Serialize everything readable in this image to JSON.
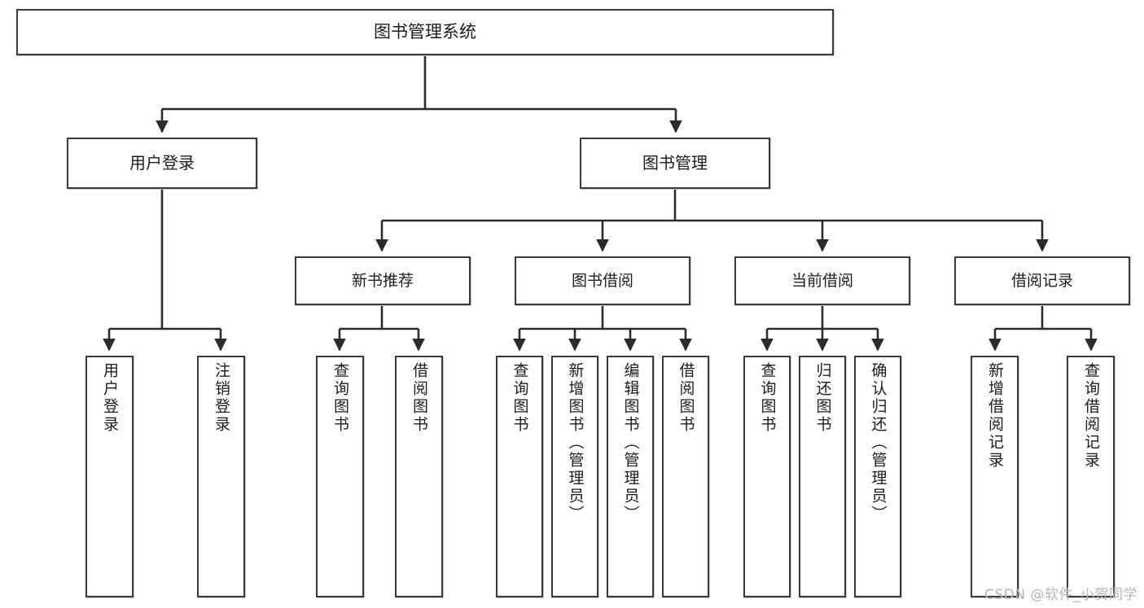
{
  "diagram": {
    "title": "图书管理系统",
    "watermark": "CSDN @软件_小贺同学",
    "colors": {
      "box_border": "#3a3a3a",
      "box_fill": "#ffffff",
      "edge": "#2b2b2b",
      "text": "#1c1c1c",
      "watermark": "#b6b6b6",
      "background": "#ffffff"
    },
    "root": {
      "label": "图书管理系统"
    },
    "level1": [
      {
        "id": "user-login",
        "label": "用户登录"
      },
      {
        "id": "book-management",
        "label": "图书管理"
      }
    ],
    "level2": [
      {
        "id": "new-book-recommend",
        "label": "新书推荐"
      },
      {
        "id": "book-borrow",
        "label": "图书借阅"
      },
      {
        "id": "current-borrow",
        "label": "当前借阅"
      },
      {
        "id": "borrow-record",
        "label": "借阅记录"
      }
    ],
    "leaves": {
      "user_login": [
        {
          "id": "user-login-leaf",
          "label": "用户登录"
        },
        {
          "id": "logout-leaf",
          "label": "注销登录"
        }
      ],
      "new_book_recommend": [
        {
          "id": "query-book-1",
          "label": "查询图书"
        },
        {
          "id": "borrow-book-1",
          "label": "借阅图书"
        }
      ],
      "book_borrow": [
        {
          "id": "query-book-2",
          "label": "查询图书"
        },
        {
          "id": "add-book",
          "label": "新增图书（管理员）"
        },
        {
          "id": "edit-book",
          "label": "编辑图书（管理员）"
        },
        {
          "id": "borrow-book-2",
          "label": "借阅图书"
        }
      ],
      "current_borrow": [
        {
          "id": "query-book-3",
          "label": "查询图书"
        },
        {
          "id": "return-book",
          "label": "归还图书"
        },
        {
          "id": "confirm-return",
          "label": "确认归还（管理员）"
        }
      ],
      "borrow_record": [
        {
          "id": "add-borrow-record",
          "label": "新增借阅记录"
        },
        {
          "id": "query-borrow-record",
          "label": "查询借阅记录"
        }
      ]
    }
  }
}
